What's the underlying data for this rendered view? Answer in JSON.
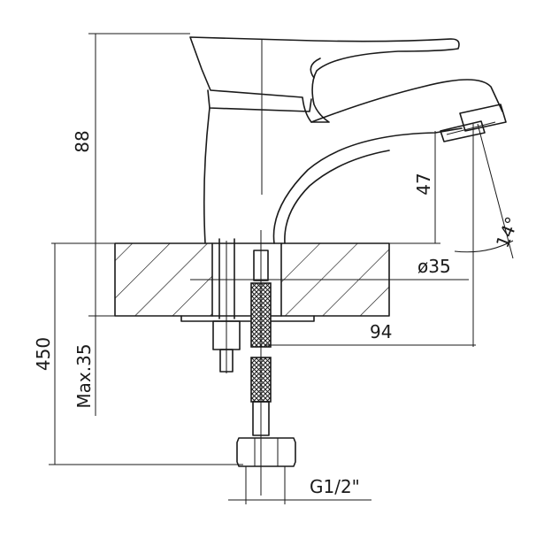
{
  "dimensions": {
    "height_total": "88",
    "spout_height": "47",
    "angle": "14°",
    "hole_diameter": "ø35",
    "reach": "94",
    "hose_length": "450",
    "max_thickness": "Max.35",
    "thread": "G1/2\""
  }
}
